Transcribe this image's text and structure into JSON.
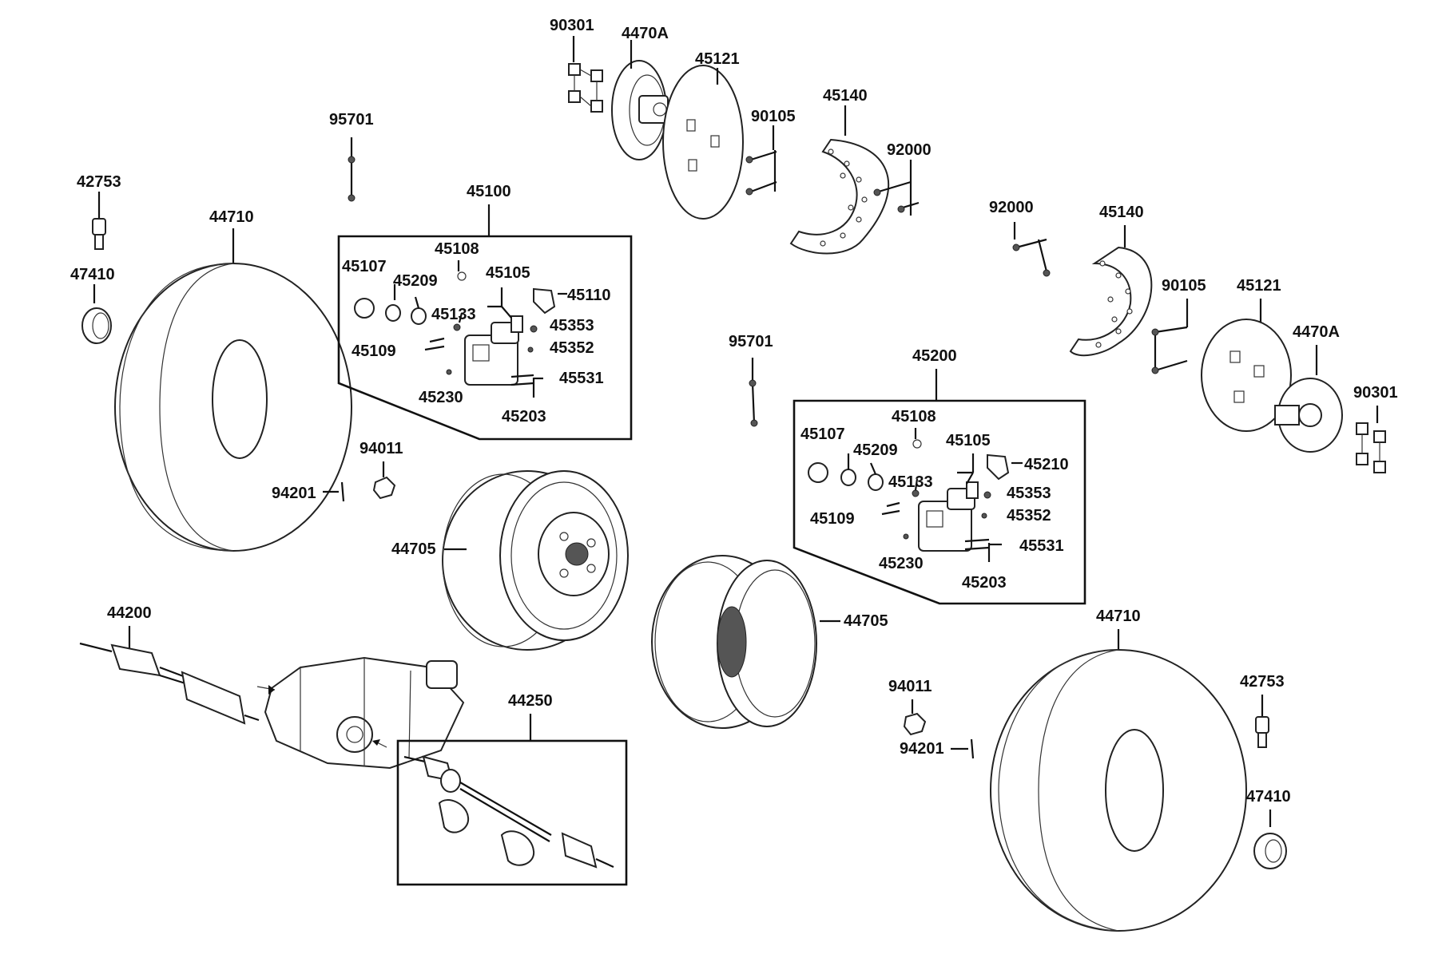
{
  "diagram": {
    "labels": {
      "p90301_top": "90301",
      "p4470A_top": "4470A",
      "p45121_top": "45121",
      "p90105_top": "90105",
      "p45140_top": "45140",
      "p92000_top": "92000",
      "p95701_left": "95701",
      "p42753_left": "42753",
      "p44710_left": "44710",
      "p47410_left": "47410",
      "p45100": "45100",
      "b1_45108": "45108",
      "b1_45107": "45107",
      "b1_45209": "45209",
      "b1_45105": "45105",
      "b1_45110": "45110",
      "b1_45133": "45133",
      "b1_45353": "45353",
      "b1_45109": "45109",
      "b1_45352": "45352",
      "b1_45531": "45531",
      "b1_45230": "45230",
      "b1_45203": "45203",
      "p92000_right": "92000",
      "p45140_right": "45140",
      "p90105_right": "90105",
      "p45121_right": "45121",
      "p4470A_right": "4470A",
      "p90301_right": "90301",
      "p95701_mid": "95701",
      "p45200": "45200",
      "b2_45108": "45108",
      "b2_45107": "45107",
      "b2_45209": "45209",
      "b2_45105": "45105",
      "b2_45210": "45210",
      "b2_45133": "45133",
      "b2_45353": "45353",
      "b2_45109": "45109",
      "b2_45352": "45352",
      "b2_45531": "45531",
      "b2_45230": "45230",
      "b2_45203": "45203",
      "p94011_left": "94011",
      "p94201_left": "94201",
      "p44705_left": "44705",
      "p44705_right": "44705",
      "p44200": "44200",
      "p44250": "44250",
      "p44710_right": "44710",
      "p94011_right": "94011",
      "p94201_right": "94201",
      "p42753_right": "42753",
      "p47410_right": "47410"
    }
  }
}
